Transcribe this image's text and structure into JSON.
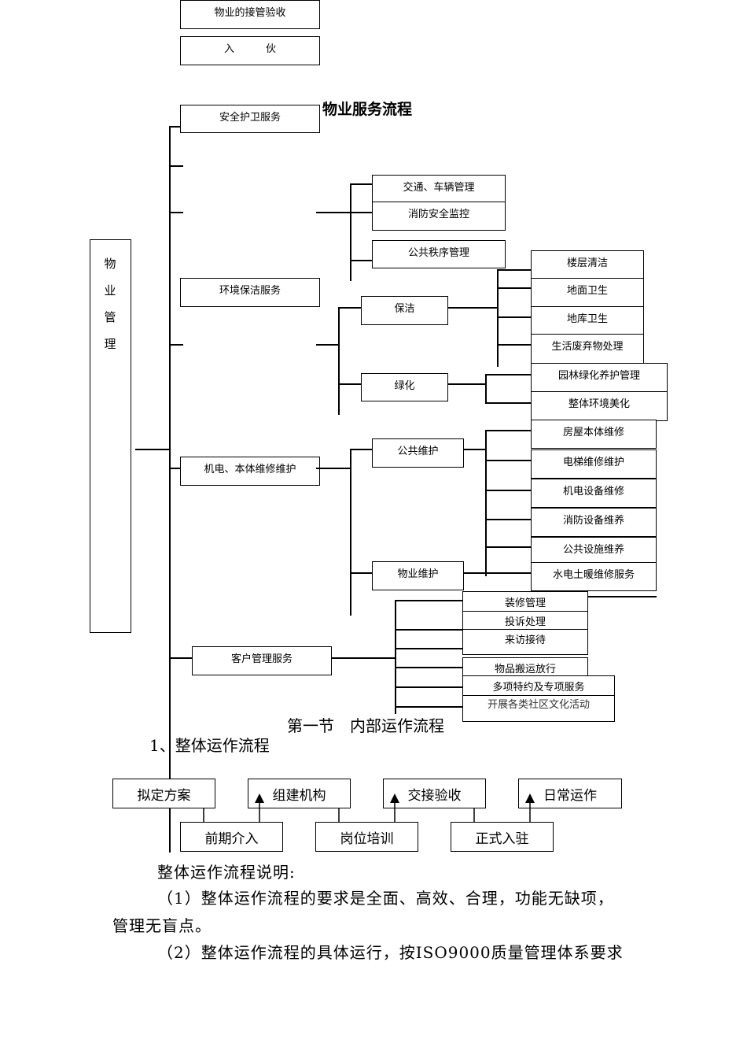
{
  "top_boxes": {
    "takeover": "物业的接管验收",
    "move_in": "入伙"
  },
  "chart_title": "物业服务流程",
  "root": {
    "label": "物业管理",
    "chars": [
      "物",
      "业",
      "管",
      "理"
    ]
  },
  "level1": {
    "security": "安全护卫服务",
    "cleaning": "环境保洁服务",
    "maintenance": "机电、本体维修维护",
    "customer": "客户管理服务"
  },
  "security_items": [
    "交通、车辆管理",
    "消防安全监控",
    "公共秩序管理"
  ],
  "cleaning": {
    "baojie": "保洁",
    "lvhua": "绿化",
    "baojie_items": [
      "楼层清洁",
      "地面卫生",
      "地库卫生",
      "生活废弃物处理"
    ],
    "lvhua_items": [
      "园林绿化养护管理",
      "整体环境美化"
    ]
  },
  "maintenance": {
    "public": "公共维护",
    "property": "物业维护",
    "items": [
      "房屋本体维修",
      "电梯维修维护",
      "机电设备维修",
      "消防设备维养",
      "公共设施维养",
      "水电土暖维修服务"
    ]
  },
  "customer_items": [
    "装修管理",
    "投诉处理",
    "来访接待",
    "物品搬运放行",
    "多项特约及专项服务",
    "开展各类社区文化活动"
  ],
  "section_title": "第一节　内部运作流程",
  "subsection_title": "1、整体运作流程",
  "flow": {
    "top": [
      "拟定方案",
      "组建机构",
      "交接验收",
      "日常运作"
    ],
    "bottom": [
      "前期介入",
      "岗位培训",
      "正式入驻"
    ]
  },
  "description": {
    "heading": "整体运作流程说明:",
    "p1_line1": "（1）整体运作流程的要求是全面、高效、合理，功能无缺项，",
    "p1_line2": "管理无盲点。",
    "p2": "（2）整体运作流程的具体运行，按ISO9000质量管理体系要求"
  }
}
